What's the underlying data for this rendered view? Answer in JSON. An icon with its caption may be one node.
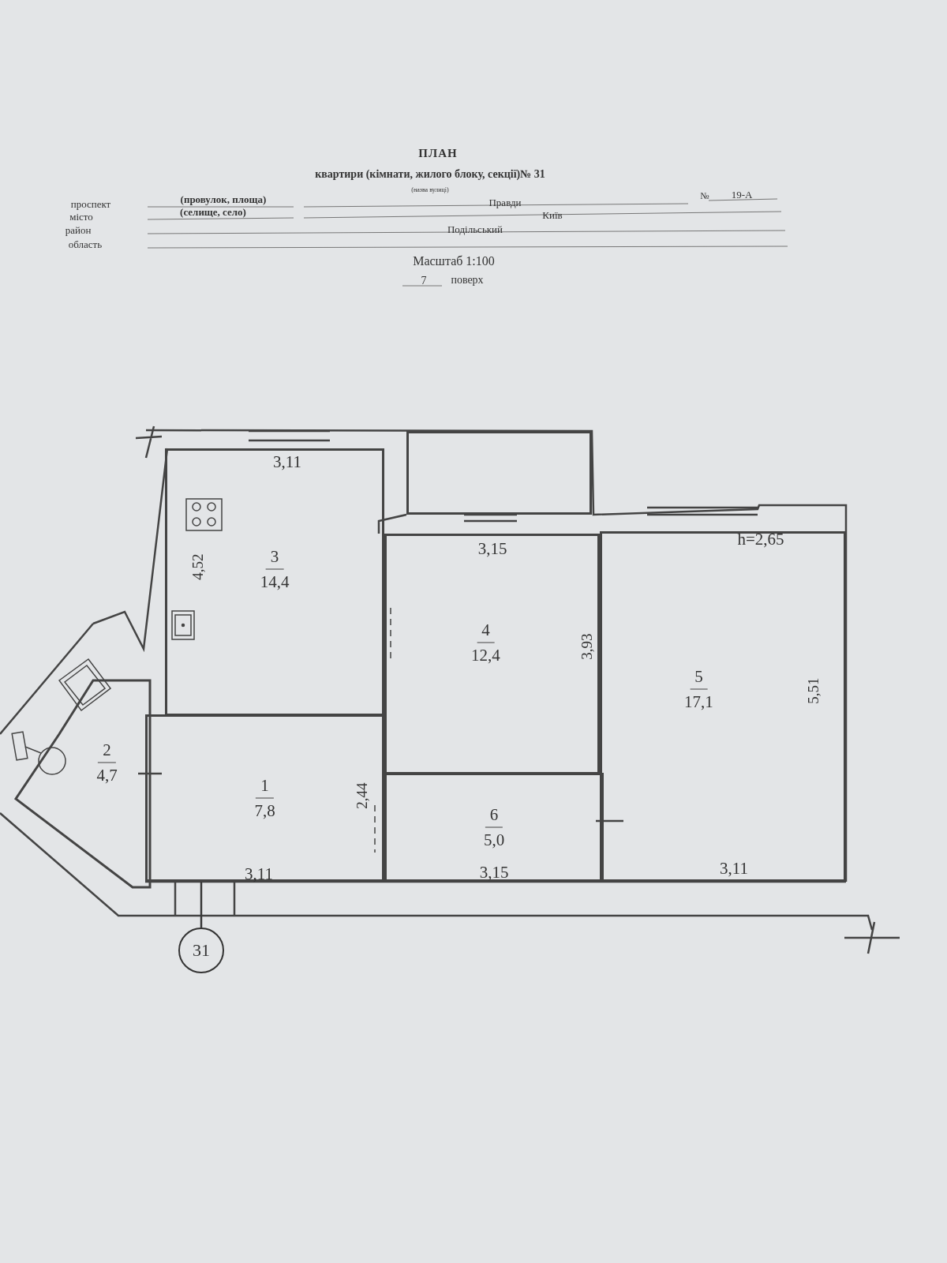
{
  "diagram": {
    "title": "ПЛАН",
    "nodes": [
      {
        "text": [],
        "shape": "box"
      },
      {
        "text": [
          "3",
          "14,4"
        ]
      },
      {
        "text": [
          "4",
          "12,4"
        ]
      },
      {
        "text": [
          "5",
          "17,1"
        ]
      },
      {
        "text": [
          "2",
          "4,7"
        ]
      },
      {
        "text": [
          "1",
          "7,8"
        ]
      },
      {
        "text": [
          "6",
          "5,0"
        ]
      },
      {
        "text": [
          "31"
        ]
      }
    ],
    "edges": [
      {
        "from": 7,
        "to": 5,
        "arrow": "none"
      }
    ],
    "labels": [
      "квартири (кімнати, жилого блоку, секції)№ 31",
      "(назва вулиці)",
      "проспект",
      "(провулок, площа)",
      "Правди",
      "№",
      "19-А",
      "місто",
      "(селище, село)",
      "Київ",
      "район",
      "Подільський",
      "область",
      "Масштаб 1:100",
      "7",
      "поверх",
      "3,11",
      "4,52",
      "3,15",
      "h=2,65",
      "3,93",
      "5,51",
      "2,44",
      "3,11",
      "3,15",
      "3,11"
    ]
  }
}
